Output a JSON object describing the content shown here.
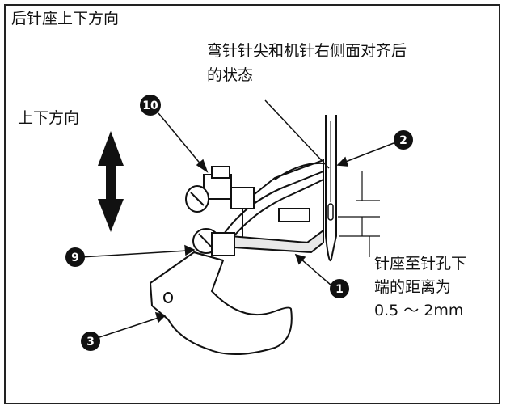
{
  "title": "后针座上下方向",
  "annotation_top": {
    "line1": "弯针针尖和机针右侧面对齐后",
    "line2": "的状态"
  },
  "direction_label": "上下方向",
  "distance_note": {
    "line1": "针座至针孔下",
    "line2": "端的距离为",
    "line3": "0.5 ～ 2mm"
  },
  "callouts": {
    "c10": "10",
    "c2": "2",
    "c9": "9",
    "c1": "1",
    "c3": "3"
  },
  "colors": {
    "ink": "#111111",
    "background": "#ffffff"
  }
}
